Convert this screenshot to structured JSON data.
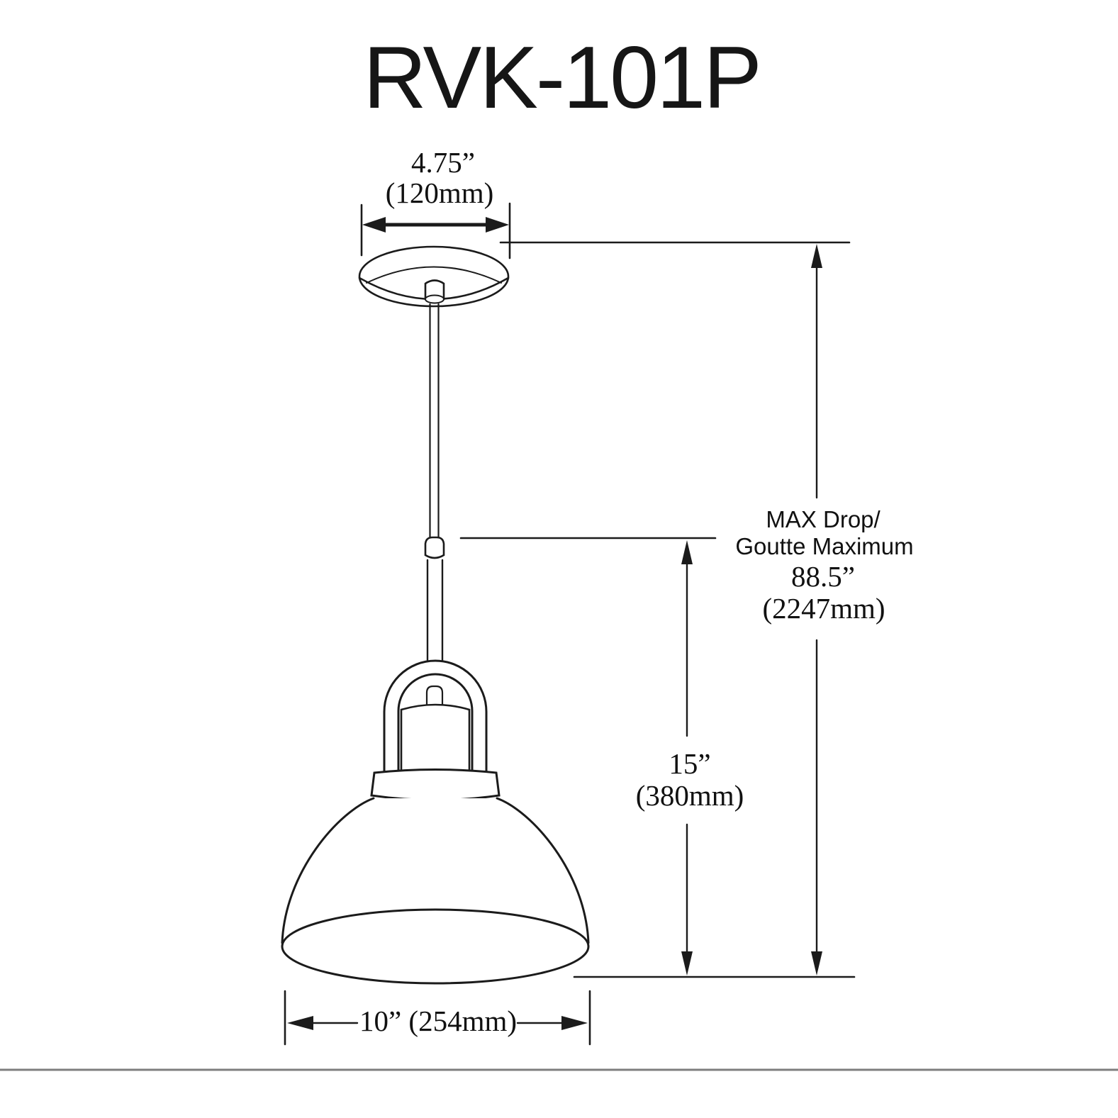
{
  "title": "RVK-101P",
  "canopy_dim": {
    "inches": "4.75”",
    "mm": "(120mm)"
  },
  "max_drop_dim": {
    "line1": "MAX Drop/",
    "line2": "Goutte Maximum",
    "inches": "88.5”",
    "mm": "(2247mm)"
  },
  "height_dim": {
    "inches": "15”",
    "mm": "(380mm)"
  },
  "width_dim": {
    "value": "10” (254mm)"
  },
  "colors": {
    "line": "#1b1b1b",
    "separator": "#7e7e7e",
    "background": "#ffffff",
    "text": "#111111"
  }
}
